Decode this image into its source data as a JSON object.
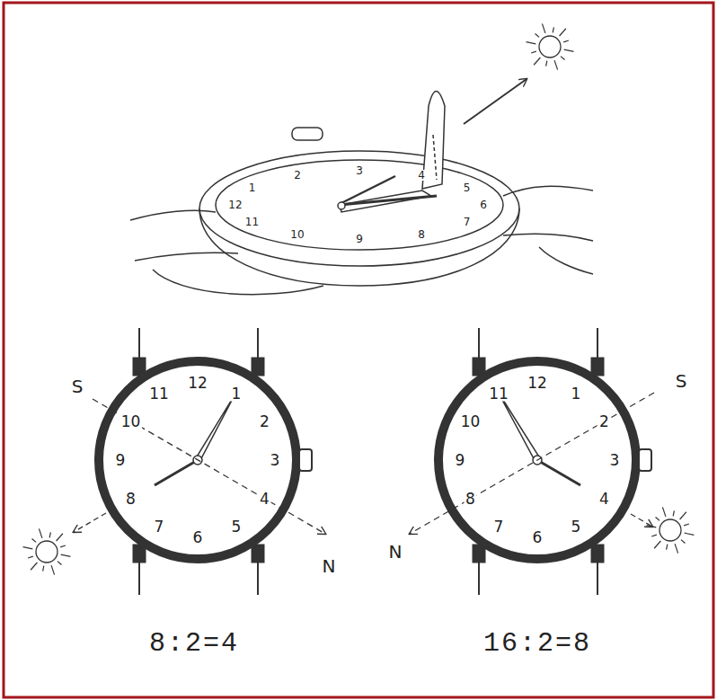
{
  "diagram": {
    "labels": [
      "1",
      "2",
      "3",
      "4",
      "5",
      "6",
      "7",
      "8",
      "9",
      "10",
      "11",
      "12",
      "1",
      "2",
      "3",
      "4",
      "5",
      "6",
      "7",
      "8",
      "9",
      "10",
      "11",
      "12",
      "S",
      "N",
      "1",
      "2",
      "3",
      "4",
      "5",
      "6",
      "7",
      "8",
      "9",
      "10",
      "11",
      "12",
      "S",
      "N",
      "8:2=4",
      "16:2=8"
    ]
  }
}
